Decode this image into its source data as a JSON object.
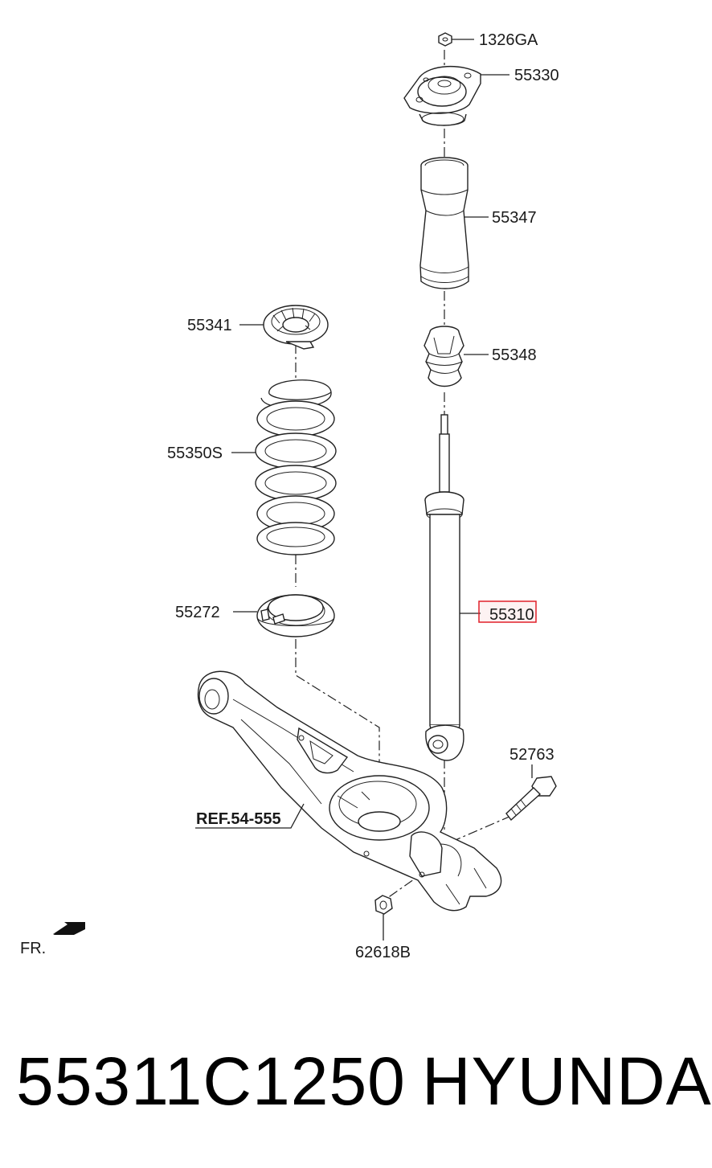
{
  "diagram": {
    "labels": {
      "nut_top": "1326GA",
      "mount": "55330",
      "dust_cover": "55347",
      "bumper": "55348",
      "upper_seat": "55341",
      "spring": "55350S",
      "lower_pad": "55272",
      "shock": "55310",
      "bolt": "52763",
      "nut_bottom": "62618B",
      "ref": "REF.54-555",
      "front": "FR."
    },
    "highlight_color": "#e0202a"
  },
  "caption": {
    "part_number": "55311C1250",
    "brand": "HYUNDAI"
  }
}
